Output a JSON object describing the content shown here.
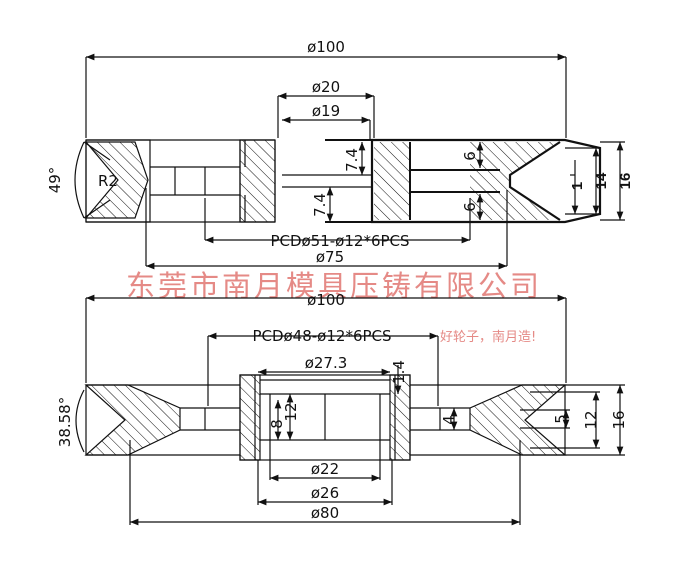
{
  "watermark": {
    "company": "东莞市南月模具压铸有限公司",
    "slogan": "好轮子，南月造!",
    "color": "#e58a86"
  },
  "top_view": {
    "overall_diameter": "ø100",
    "hub_diameter_outer": "ø20",
    "hub_diameter_inner": "ø19",
    "upper_offset": "7.4",
    "lower_offset": "7.4",
    "flange_upper_gap": "6",
    "flange_lower_gap": "6",
    "hole_pattern": "PCDø51-ø12*6PCS",
    "groove_diameter": "ø75",
    "groove_angle": "49°",
    "groove_radius": "R2",
    "dim_groove_width": "1",
    "dim_inner_thickness": "14",
    "dim_total_thickness": "16"
  },
  "bottom_view": {
    "overall_diameter": "ø100",
    "hole_pattern": "PCDø48-ø12*6PCS",
    "bore_top_diameter": "ø27.3",
    "chamfer": "1.4",
    "bore_height_outer": "12",
    "bore_height_inner": "8",
    "hole_height": "4",
    "groove_depth": "5",
    "rim_thickness": "12",
    "total_thickness": "16",
    "groove_angle": "38.58°",
    "bore_diameter_small": "ø22",
    "bore_diameter_large": "ø26",
    "hub_diameter": "ø80"
  },
  "colors": {
    "line": "#111111",
    "background": "#ffffff"
  }
}
